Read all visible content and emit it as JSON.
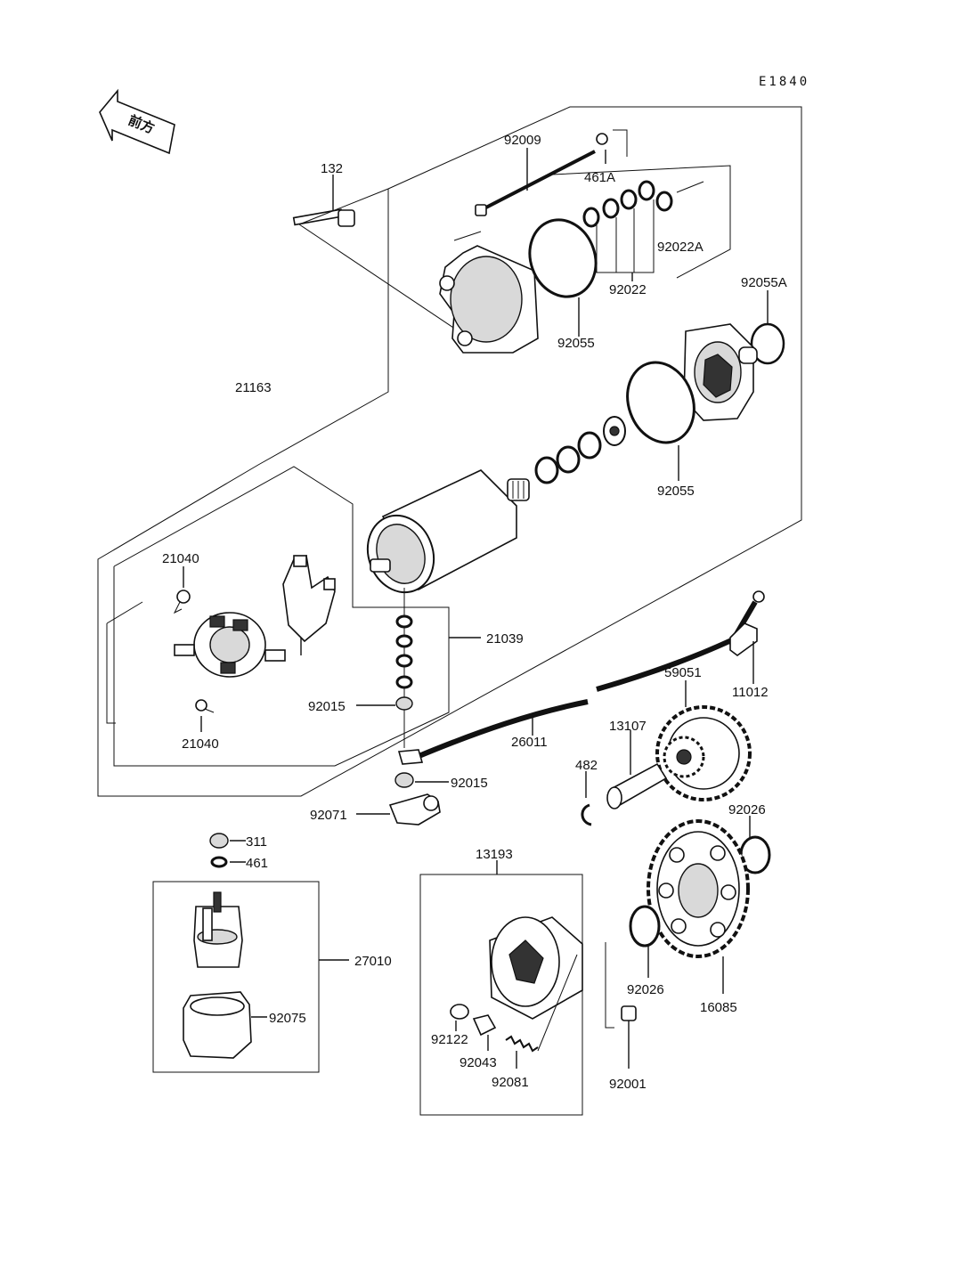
{
  "diagram": {
    "code": "E1840",
    "front_marker": "前方",
    "labels": {
      "p92009": "92009",
      "p461A": "461A",
      "p132": "132",
      "p92022A": "92022A",
      "p92022": "92022",
      "p92055A": "92055A",
      "p92055_top": "92055",
      "p21163": "21163",
      "p92055_mid": "92055",
      "p21040_top": "21040",
      "p21039": "21039",
      "p92015_a": "92015",
      "p21040_bot": "21040",
      "p26011": "26011",
      "p59051": "59051",
      "p11012": "11012",
      "p13107": "13107",
      "p482": "482",
      "p92015_b": "92015",
      "p92071": "92071",
      "p92026_r": "92026",
      "p311": "311",
      "p461": "461",
      "p13193": "13193",
      "p27010": "27010",
      "p92075": "92075",
      "p92122": "92122",
      "p92043": "92043",
      "p92081": "92081",
      "p92026_b": "92026",
      "p16085": "16085",
      "p92001": "92001"
    }
  }
}
